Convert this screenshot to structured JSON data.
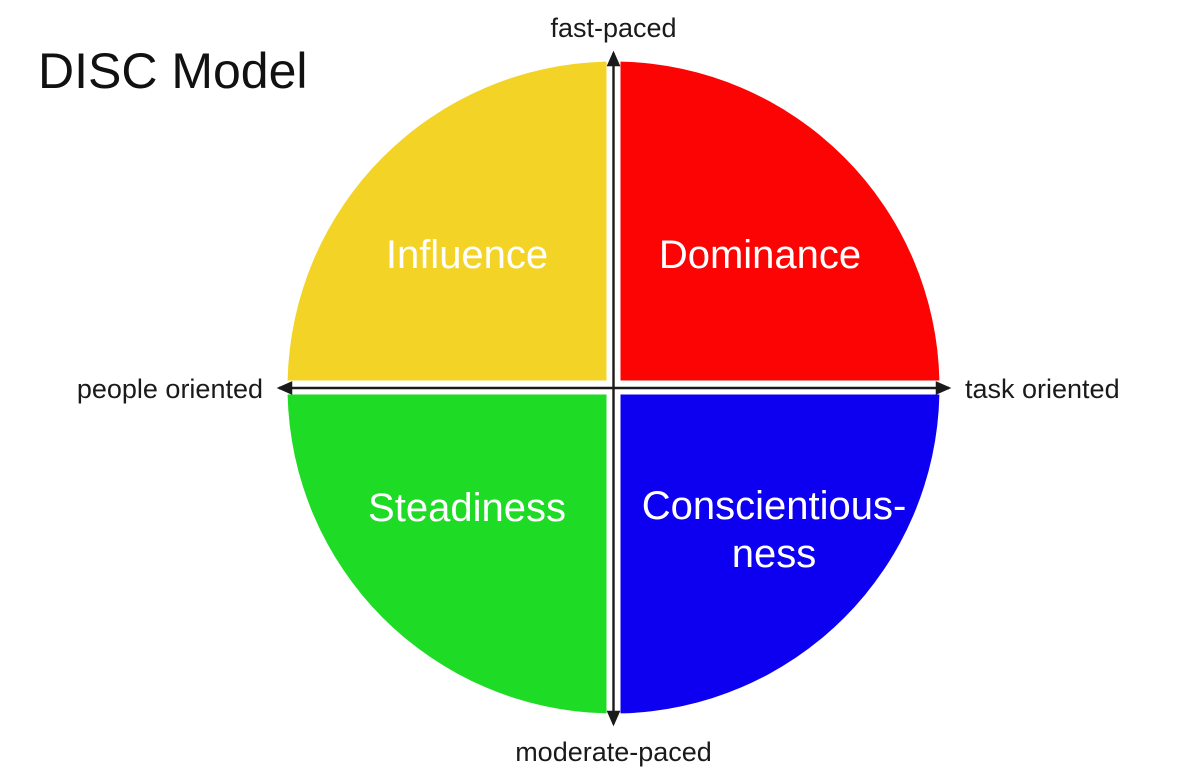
{
  "title": "DISC Model",
  "background_color": "#ffffff",
  "axis": {
    "color": "#1a1a1a",
    "top_label": "fast-paced",
    "bottom_label": "moderate-paced",
    "left_label": "people oriented",
    "right_label": "task oriented"
  },
  "labels": {
    "text_color": "#ffffff"
  },
  "quadrants": [
    {
      "label": "Influence",
      "position": "top-left",
      "color": "#F4D327"
    },
    {
      "label": "Dominance",
      "position": "top-right",
      "color": "#FC0404"
    },
    {
      "label": "Steadiness",
      "position": "bottom-left",
      "color": "#1EDB25"
    },
    {
      "label": "Conscientiousness",
      "position": "bottom-right",
      "color": "#0D00F0",
      "label_lines": [
        "Conscientious-",
        "ness"
      ]
    }
  ]
}
